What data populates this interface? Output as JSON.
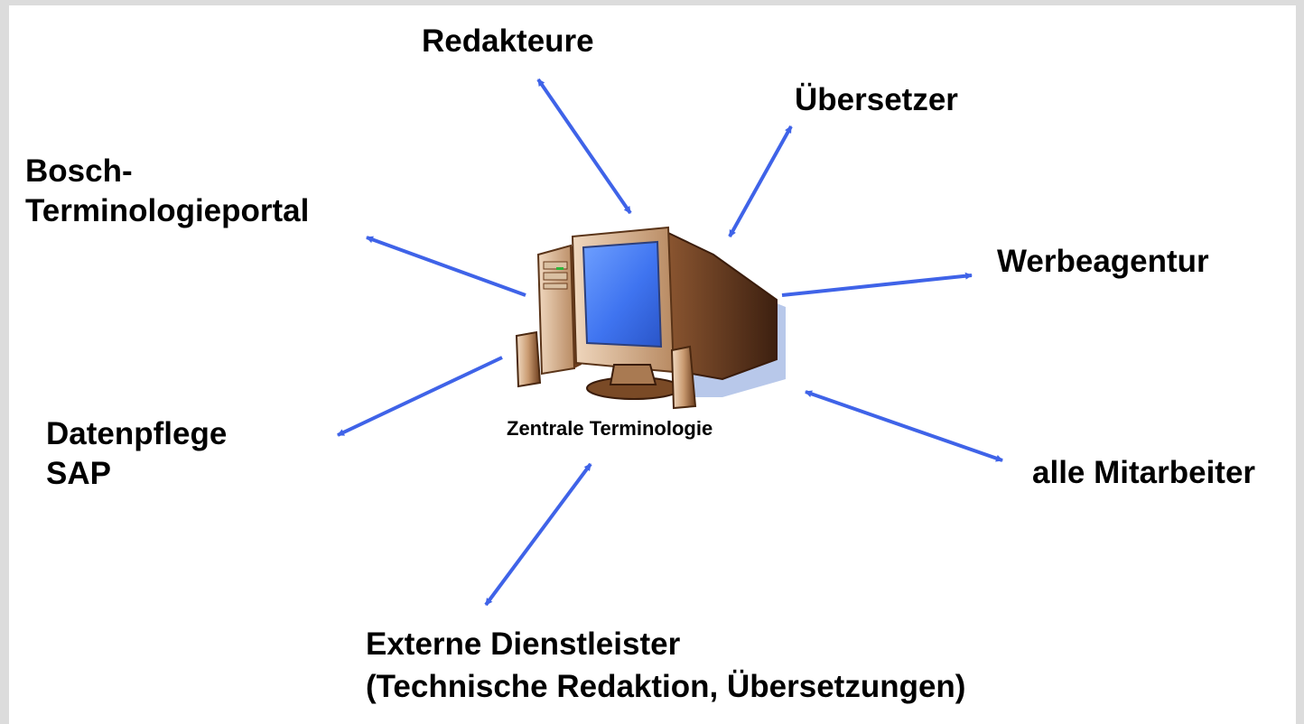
{
  "diagram": {
    "center_label": "Zentrale Terminologie",
    "center_icon": "computer-icon",
    "arrow_color": "#3f63e8",
    "nodes": {
      "redakteure": {
        "lines": [
          "Redakteure"
        ]
      },
      "uebersetzer": {
        "lines": [
          "Übersetzer"
        ]
      },
      "bosch": {
        "lines": [
          "Bosch-",
          "Terminologieportal"
        ]
      },
      "werbeagentur": {
        "lines": [
          "Werbeagentur"
        ]
      },
      "datenpflege": {
        "lines": [
          "Datenpflege",
          "SAP"
        ]
      },
      "mitarbeiter": {
        "lines": [
          "alle Mitarbeiter"
        ]
      },
      "externe": {
        "lines": [
          "Externe Dienstleister",
          "(Technische Redaktion, Übersetzungen)"
        ]
      }
    },
    "connections": [
      {
        "node": "redakteure",
        "direction": "both"
      },
      {
        "node": "uebersetzer",
        "direction": "both"
      },
      {
        "node": "bosch",
        "direction": "outgoing"
      },
      {
        "node": "werbeagentur",
        "direction": "outgoing"
      },
      {
        "node": "datenpflege",
        "direction": "outgoing"
      },
      {
        "node": "mitarbeiter",
        "direction": "both"
      },
      {
        "node": "externe",
        "direction": "both"
      }
    ]
  }
}
